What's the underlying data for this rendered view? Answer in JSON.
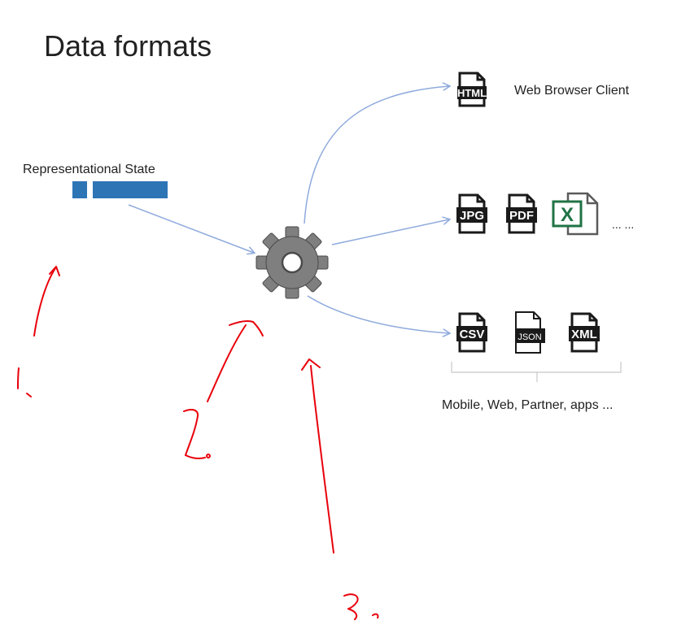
{
  "title": "Data formats",
  "source": {
    "label": "Representational State",
    "bar_color": "#2e75b6"
  },
  "targets": {
    "web": {
      "icons": [
        "HTML"
      ],
      "label": "Web Browser Client"
    },
    "files": {
      "icons": [
        "JPG",
        "PDF",
        "X"
      ],
      "label": "... ..."
    },
    "data": {
      "icons": [
        "CSV",
        "JSON",
        "XML"
      ],
      "label": "Mobile, Web, Partner, apps ..."
    }
  },
  "colors": {
    "arrow": "#8faadc",
    "gear": "#7f7f7f",
    "icon_dark": "#1a1a1a",
    "excel_green": "#217346",
    "annotation": "#e8000b"
  },
  "annotations": [
    "1",
    "2",
    "3"
  ]
}
